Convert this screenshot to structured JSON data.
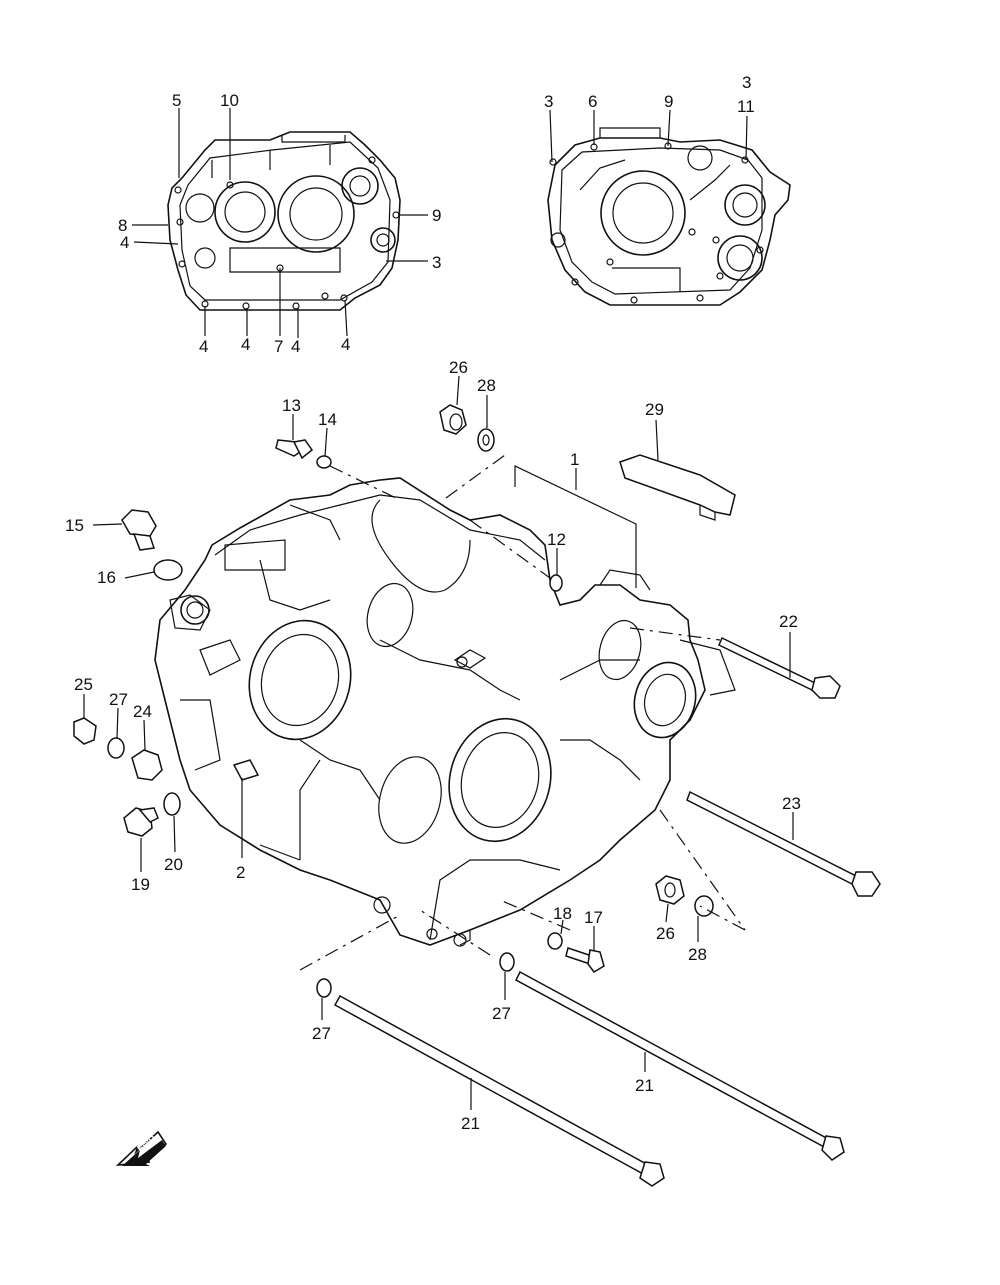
{
  "callouts": [
    {
      "id": "c5",
      "text": "5"
    },
    {
      "id": "c10",
      "text": "10"
    },
    {
      "id": "c8",
      "text": "8"
    },
    {
      "id": "c9a",
      "text": "9"
    },
    {
      "id": "c4a",
      "text": "4"
    },
    {
      "id": "c3a",
      "text": "3"
    },
    {
      "id": "c4b",
      "text": "4"
    },
    {
      "id": "c4c",
      "text": "4"
    },
    {
      "id": "c7",
      "text": "7"
    },
    {
      "id": "c4d",
      "text": "4"
    },
    {
      "id": "c4e",
      "text": "4"
    },
    {
      "id": "c3b",
      "text": "3"
    },
    {
      "id": "c6",
      "text": "6"
    },
    {
      "id": "c9b",
      "text": "9"
    },
    {
      "id": "c3c",
      "text": "3"
    },
    {
      "id": "c11",
      "text": "11"
    },
    {
      "id": "c26a",
      "text": "26"
    },
    {
      "id": "c28a",
      "text": "28"
    },
    {
      "id": "c13",
      "text": "13"
    },
    {
      "id": "c14",
      "text": "14"
    },
    {
      "id": "c29",
      "text": "29"
    },
    {
      "id": "c1",
      "text": "1"
    },
    {
      "id": "c15",
      "text": "15"
    },
    {
      "id": "c12",
      "text": "12"
    },
    {
      "id": "c16",
      "text": "16"
    },
    {
      "id": "c22",
      "text": "22"
    },
    {
      "id": "c25",
      "text": "25"
    },
    {
      "id": "c27a",
      "text": "27"
    },
    {
      "id": "c24",
      "text": "24"
    },
    {
      "id": "c23",
      "text": "23"
    },
    {
      "id": "c19",
      "text": "19"
    },
    {
      "id": "c20",
      "text": "20"
    },
    {
      "id": "c2",
      "text": "2"
    },
    {
      "id": "c18",
      "text": "18"
    },
    {
      "id": "c17",
      "text": "17"
    },
    {
      "id": "c26b",
      "text": "26"
    },
    {
      "id": "c28b",
      "text": "28"
    },
    {
      "id": "c27b",
      "text": "27"
    },
    {
      "id": "c27c",
      "text": "27"
    },
    {
      "id": "c21a",
      "text": "21"
    },
    {
      "id": "c21b",
      "text": "21"
    }
  ],
  "fwd_label": "FWD"
}
